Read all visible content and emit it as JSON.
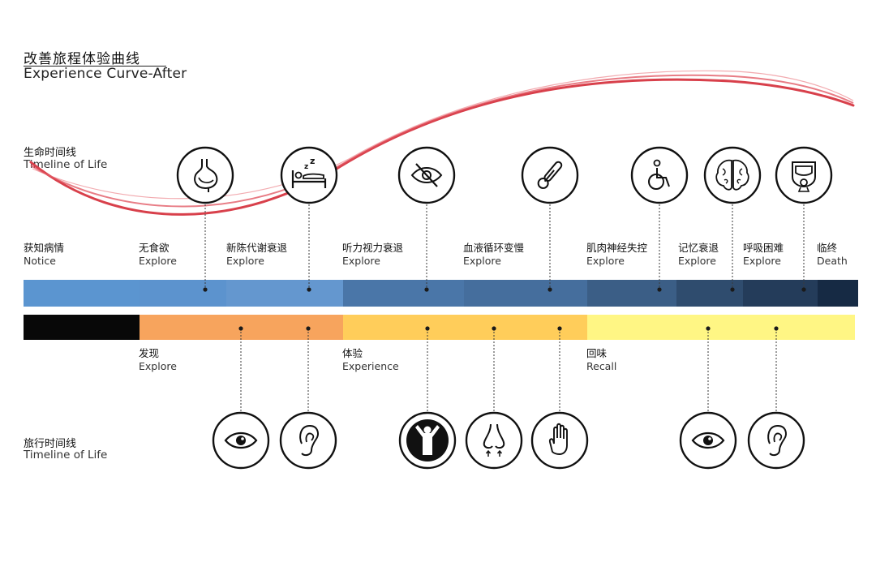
{
  "title": {
    "zh": "改善旅程体验曲线",
    "en": "Experience Curve-After"
  },
  "life_lane": {
    "zh": "生命时间线",
    "en": "Timeline of Life"
  },
  "travel_lane": {
    "zh": "旅行时间线",
    "en": "Timeline of Life"
  },
  "life_stages": [
    {
      "zh": "获知病情",
      "en": "Notice"
    },
    {
      "zh": "无食欲",
      "en": "Explore"
    },
    {
      "zh": "新陈代谢衰退",
      "en": "Explore"
    },
    {
      "zh": "听力视力衰退",
      "en": "Explore"
    },
    {
      "zh": "血液循环变慢",
      "en": "Explore"
    },
    {
      "zh": "肌肉神经失控",
      "en": "Explore"
    },
    {
      "zh": "记忆衰退",
      "en": "Explore"
    },
    {
      "zh": "呼吸困难",
      "en": "Explore"
    },
    {
      "zh": "临终",
      "en": "Death"
    }
  ],
  "travel_stages": [
    {
      "zh": "发现",
      "en": "Explore"
    },
    {
      "zh": "体验",
      "en": "Experience"
    },
    {
      "zh": "回味",
      "en": "Recall"
    }
  ],
  "life_icons": [
    "stomach-icon",
    "sleep-bed-icon",
    "eye-crossed-icon",
    "thermometer-icon",
    "wheelchair-icon",
    "brain-icon",
    "gas-mask-icon"
  ],
  "travel_icons": [
    "eye-icon",
    "ear-icon",
    "joy-person-icon",
    "nose-icon",
    "hand-icon",
    "eye-icon",
    "ear-icon"
  ],
  "colors": {
    "curve": "#d8404b",
    "life_bar": [
      "#5b95d0",
      "#5c93ce",
      "#6497cf",
      "#4a76a8",
      "#456e9d",
      "#3b5e86",
      "#2f4c6e",
      "#243c5a",
      "#162a44"
    ],
    "travel_bar": [
      "#080808",
      "#f7a45d",
      "#ffcd5a",
      "#fff684"
    ]
  }
}
